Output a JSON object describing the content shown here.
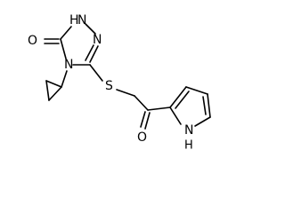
{
  "atoms": {
    "carbonyl_oxygen_triazolone": "O",
    "triazole_n1_h": "H",
    "triazole_n1": "N",
    "triazole_n2": "N",
    "triazole_n4": "N",
    "thioether_sulfur": "S",
    "ketone_oxygen": "O",
    "pyrrole_nitrogen": "N",
    "pyrrole_nh_h": "H"
  }
}
